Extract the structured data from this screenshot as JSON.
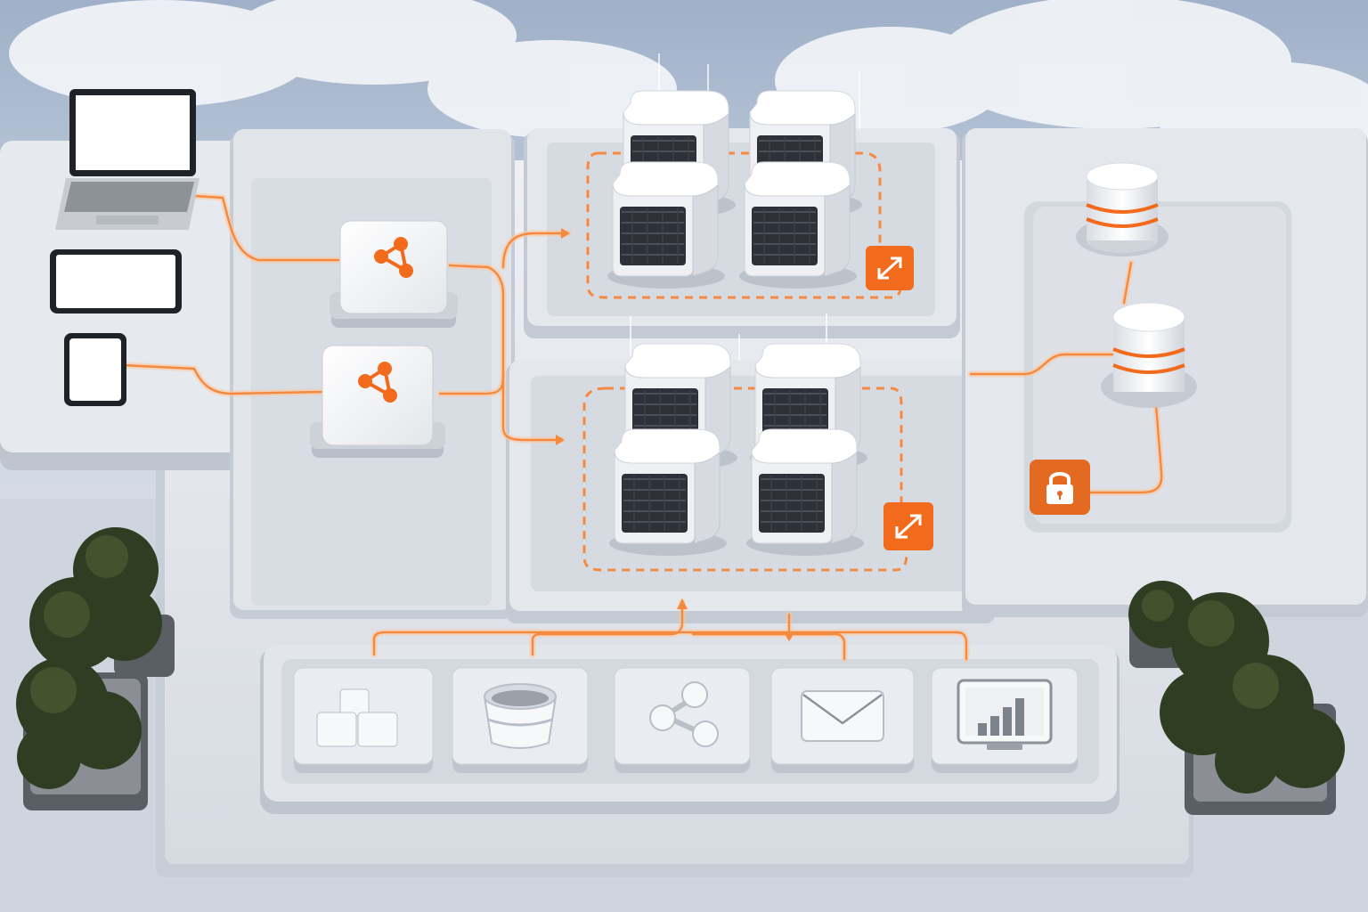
{
  "diagram": {
    "theme": {
      "accent": "#f26b1d",
      "accent_glow": "#ffb27a",
      "platform": "#e4e7ec",
      "platform_edge": "#c3c9d2",
      "server_body": "#eef0f3",
      "server_grille": "#2e3238",
      "foliage": "#2f3d22",
      "sky": "#a9b8cc"
    },
    "clients": [
      {
        "name": "laptop",
        "icon": "laptop-icon"
      },
      {
        "name": "tablet",
        "icon": "tablet-icon"
      },
      {
        "name": "phone",
        "icon": "phone-icon"
      }
    ],
    "load_balancers": [
      {
        "name": "load-balancer-1",
        "icon": "share-nodes-icon"
      },
      {
        "name": "load-balancer-2",
        "icon": "share-nodes-icon"
      }
    ],
    "server_groups": [
      {
        "name": "server-group-1",
        "servers": 4,
        "badge_icon": "expand-arrows-icon"
      },
      {
        "name": "server-group-2",
        "servers": 4,
        "badge_icon": "expand-arrows-icon"
      }
    ],
    "databases": [
      {
        "name": "database-primary",
        "icon": "database-icon"
      },
      {
        "name": "database-replica",
        "icon": "database-icon"
      }
    ],
    "security_badge_icon": "lock-icon",
    "services": [
      {
        "name": "compute",
        "icon": "cubes-icon"
      },
      {
        "name": "storage-bucket",
        "icon": "bucket-icon"
      },
      {
        "name": "network-graph",
        "icon": "network-nodes-icon"
      },
      {
        "name": "messaging",
        "icon": "envelope-icon"
      },
      {
        "name": "monitoring",
        "icon": "bar-chart-icon"
      }
    ]
  }
}
